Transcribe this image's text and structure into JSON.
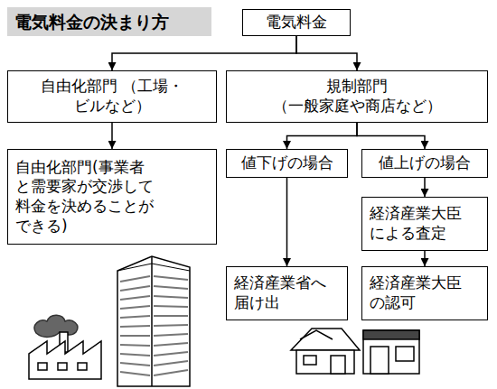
{
  "diagram": {
    "title": "電気料金の決まり方",
    "nodes": [
      {
        "text": [
          "電気料金"
        ]
      },
      {
        "text": [
          "自由化部門 （工場・ビルなど）"
        ]
      },
      {
        "text": [
          "規制部門 （一般家庭や商店など）"
        ]
      },
      {
        "text": [
          "自由化部門(事業者 と需要家が交渉して 料金を決めることが できる)"
        ]
      },
      {
        "text": [
          "値下げの場合"
        ]
      },
      {
        "text": [
          "値上げの場合"
        ]
      },
      {
        "text": [
          "経済産業大臣 による査定"
        ]
      },
      {
        "text": [
          "経済産業省へ 届け出"
        ]
      },
      {
        "text": [
          "経済産業大臣 の認可"
        ]
      }
    ],
    "edges": [
      {
        "from": 0,
        "to": 1,
        "arrow": "to"
      },
      {
        "from": 0,
        "to": 2,
        "arrow": "to"
      },
      {
        "from": 1,
        "to": 3,
        "arrow": "to"
      },
      {
        "from": 2,
        "to": 4,
        "arrow": "to"
      },
      {
        "from": 2,
        "to": 5,
        "arrow": "to"
      },
      {
        "from": 4,
        "to": 7,
        "arrow": "to"
      },
      {
        "from": 5,
        "to": 6,
        "arrow": "to"
      },
      {
        "from": 6,
        "to": 8,
        "arrow": "to"
      }
    ]
  }
}
